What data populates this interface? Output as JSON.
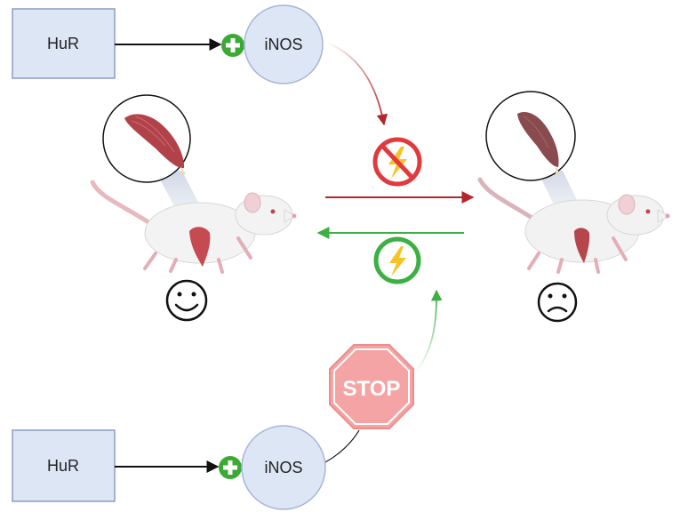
{
  "top_pathway": {
    "source_label": "HuR",
    "target_label": "iNOS"
  },
  "bottom_pathway": {
    "source_label": "HuR",
    "target_label": "iNOS"
  },
  "stop_sign": {
    "label": "STOP"
  },
  "colors": {
    "box_fill": "#dde6f4",
    "box_stroke": "#8a9cc8",
    "circle_fill": "#dde6f4",
    "circle_stroke": "#a6b6d8",
    "plus_green": "#3aaa35",
    "arrow_red": "#b3262b",
    "arrow_green": "#3db043",
    "no_sign_red": "#e0393e",
    "energy_yellow": "#f7c226",
    "stop_fill": "#f4a4a4",
    "stop_stroke": "#ee8c8c",
    "muscle_red": "#b2424a",
    "atrophied_muscle": "#8a4b4f"
  },
  "icons": {
    "activation": "plus-circle-icon",
    "blocked_energy": "no-lightning-icon",
    "energy": "lightning-icon",
    "healthy_state": "smiley-face-icon",
    "wasting_state": "sad-face-icon",
    "healthy_animal": "mouse-icon",
    "wasted_animal": "mouse-icon",
    "healthy_muscle": "muscle-icon",
    "atrophied_muscle": "muscle-icon"
  }
}
